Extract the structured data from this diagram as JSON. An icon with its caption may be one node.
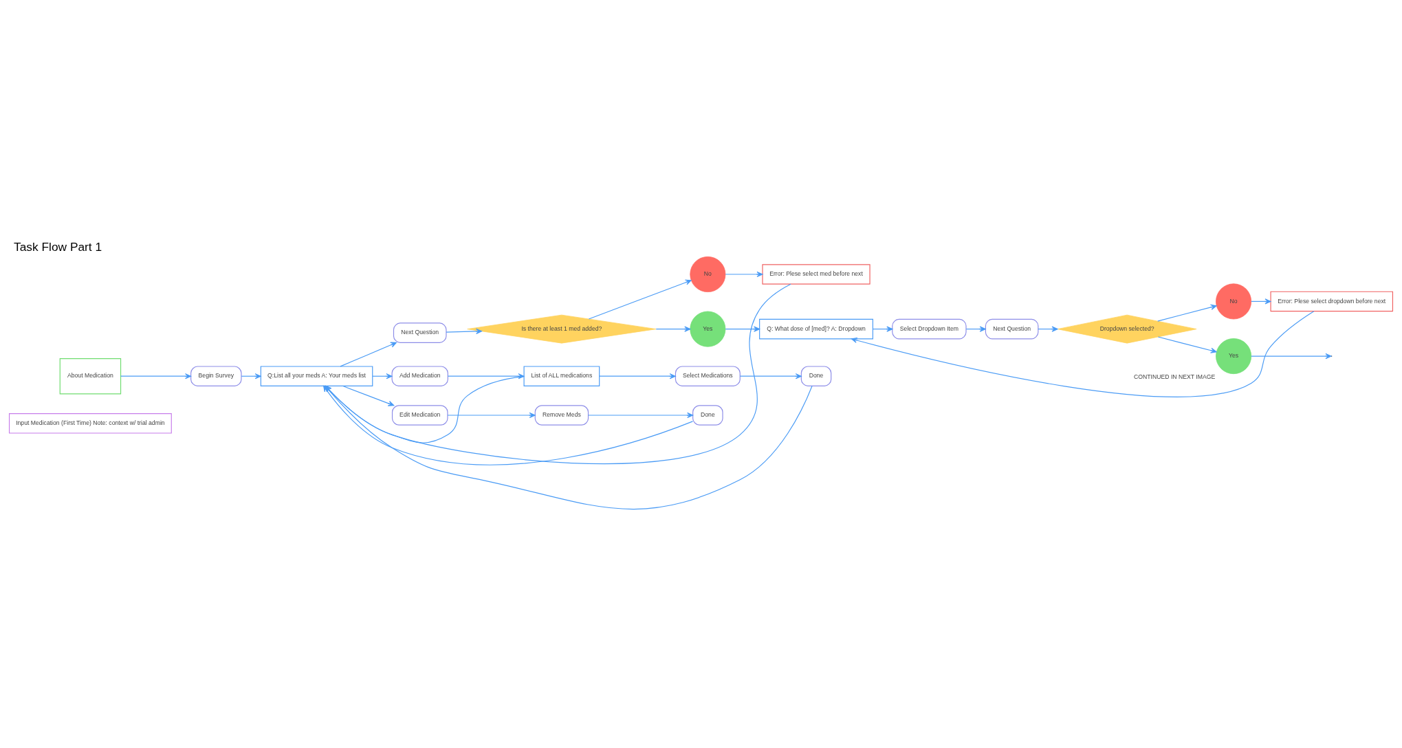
{
  "diagram": {
    "title": "Task Flow Part 1",
    "nodes": [
      {
        "text": [
          "Input Medication (First Time) Note: context w/ trial admin"
        ]
      },
      {
        "text": [
          "About Medication"
        ]
      },
      {
        "text": [
          "Begin Survey"
        ]
      },
      {
        "text": [
          "Q:List all your meds A: Your meds list"
        ]
      },
      {
        "text": [
          "Next Question"
        ]
      },
      {
        "text": [
          "Is there at least 1 med added?"
        ]
      },
      {
        "text": [
          "Error: Plese select med before next"
        ]
      },
      {
        "text": [
          "No"
        ]
      },
      {
        "text": [
          "Yes"
        ]
      },
      {
        "text": [
          "Q: What dose of [med]? A: Dropdown"
        ]
      },
      {
        "text": [
          "Select Dropdown Item"
        ]
      },
      {
        "text": [
          "Next Question"
        ]
      },
      {
        "text": [
          "Dropdown selected?"
        ]
      },
      {
        "text": [
          "Error: Plese select dropdown before next"
        ]
      },
      {
        "text": [
          "No"
        ]
      },
      {
        "text": [
          "Yes"
        ],
        "beside": [
          "CONTINUED IN NEXT IMAGE"
        ]
      },
      {
        "text": [
          "Add Medication"
        ]
      },
      {
        "text": [
          "List of ALL medications"
        ]
      },
      {
        "text": [
          "Select Medications"
        ]
      },
      {
        "text": [
          "Done"
        ]
      },
      {
        "text": [
          "Edit Medication"
        ]
      },
      {
        "text": [
          "Remove Meds"
        ]
      },
      {
        "text": [
          "Done"
        ]
      }
    ],
    "edges": [
      {
        "from": 1,
        "to": 2,
        "arrow": "to"
      },
      {
        "from": 2,
        "to": 3,
        "arrow": "to"
      },
      {
        "from": 3,
        "to": 4,
        "arrow": "to"
      },
      {
        "from": 4,
        "to": 5,
        "arrow": "to"
      },
      {
        "from": 5,
        "to": 7,
        "arrow": "to"
      },
      {
        "from": 7,
        "to": 6,
        "arrow": "to"
      },
      {
        "from": 6,
        "to": 3,
        "arrow": "to"
      },
      {
        "from": 5,
        "to": 8,
        "arrow": "to"
      },
      {
        "from": 8,
        "to": 9,
        "arrow": "to"
      },
      {
        "from": 9,
        "to": 10,
        "arrow": "to"
      },
      {
        "from": 10,
        "to": 11,
        "arrow": "to"
      },
      {
        "from": 11,
        "to": 12,
        "arrow": "to"
      },
      {
        "from": 12,
        "to": 14,
        "arrow": "to"
      },
      {
        "from": 14,
        "to": 13,
        "arrow": "to"
      },
      {
        "from": 13,
        "to": 9,
        "arrow": "to"
      },
      {
        "from": 12,
        "to": 15,
        "arrow": "to"
      },
      {
        "from": 15,
        "to": null,
        "arrow": "to"
      },
      {
        "from": 3,
        "to": 16,
        "arrow": "to"
      },
      {
        "from": 16,
        "to": 17,
        "arrow": "to"
      },
      {
        "from": 17,
        "to": 18,
        "arrow": "to"
      },
      {
        "from": 18,
        "to": 19,
        "arrow": "to"
      },
      {
        "from": 17,
        "to": 3,
        "arrow": "to"
      },
      {
        "from": 19,
        "to": 3,
        "arrow": "to"
      },
      {
        "from": 3,
        "to": 20,
        "arrow": "to"
      },
      {
        "from": 20,
        "to": 21,
        "arrow": "to"
      },
      {
        "from": 21,
        "to": 22,
        "arrow": "to"
      },
      {
        "from": 22,
        "to": 3,
        "arrow": "to"
      }
    ]
  }
}
